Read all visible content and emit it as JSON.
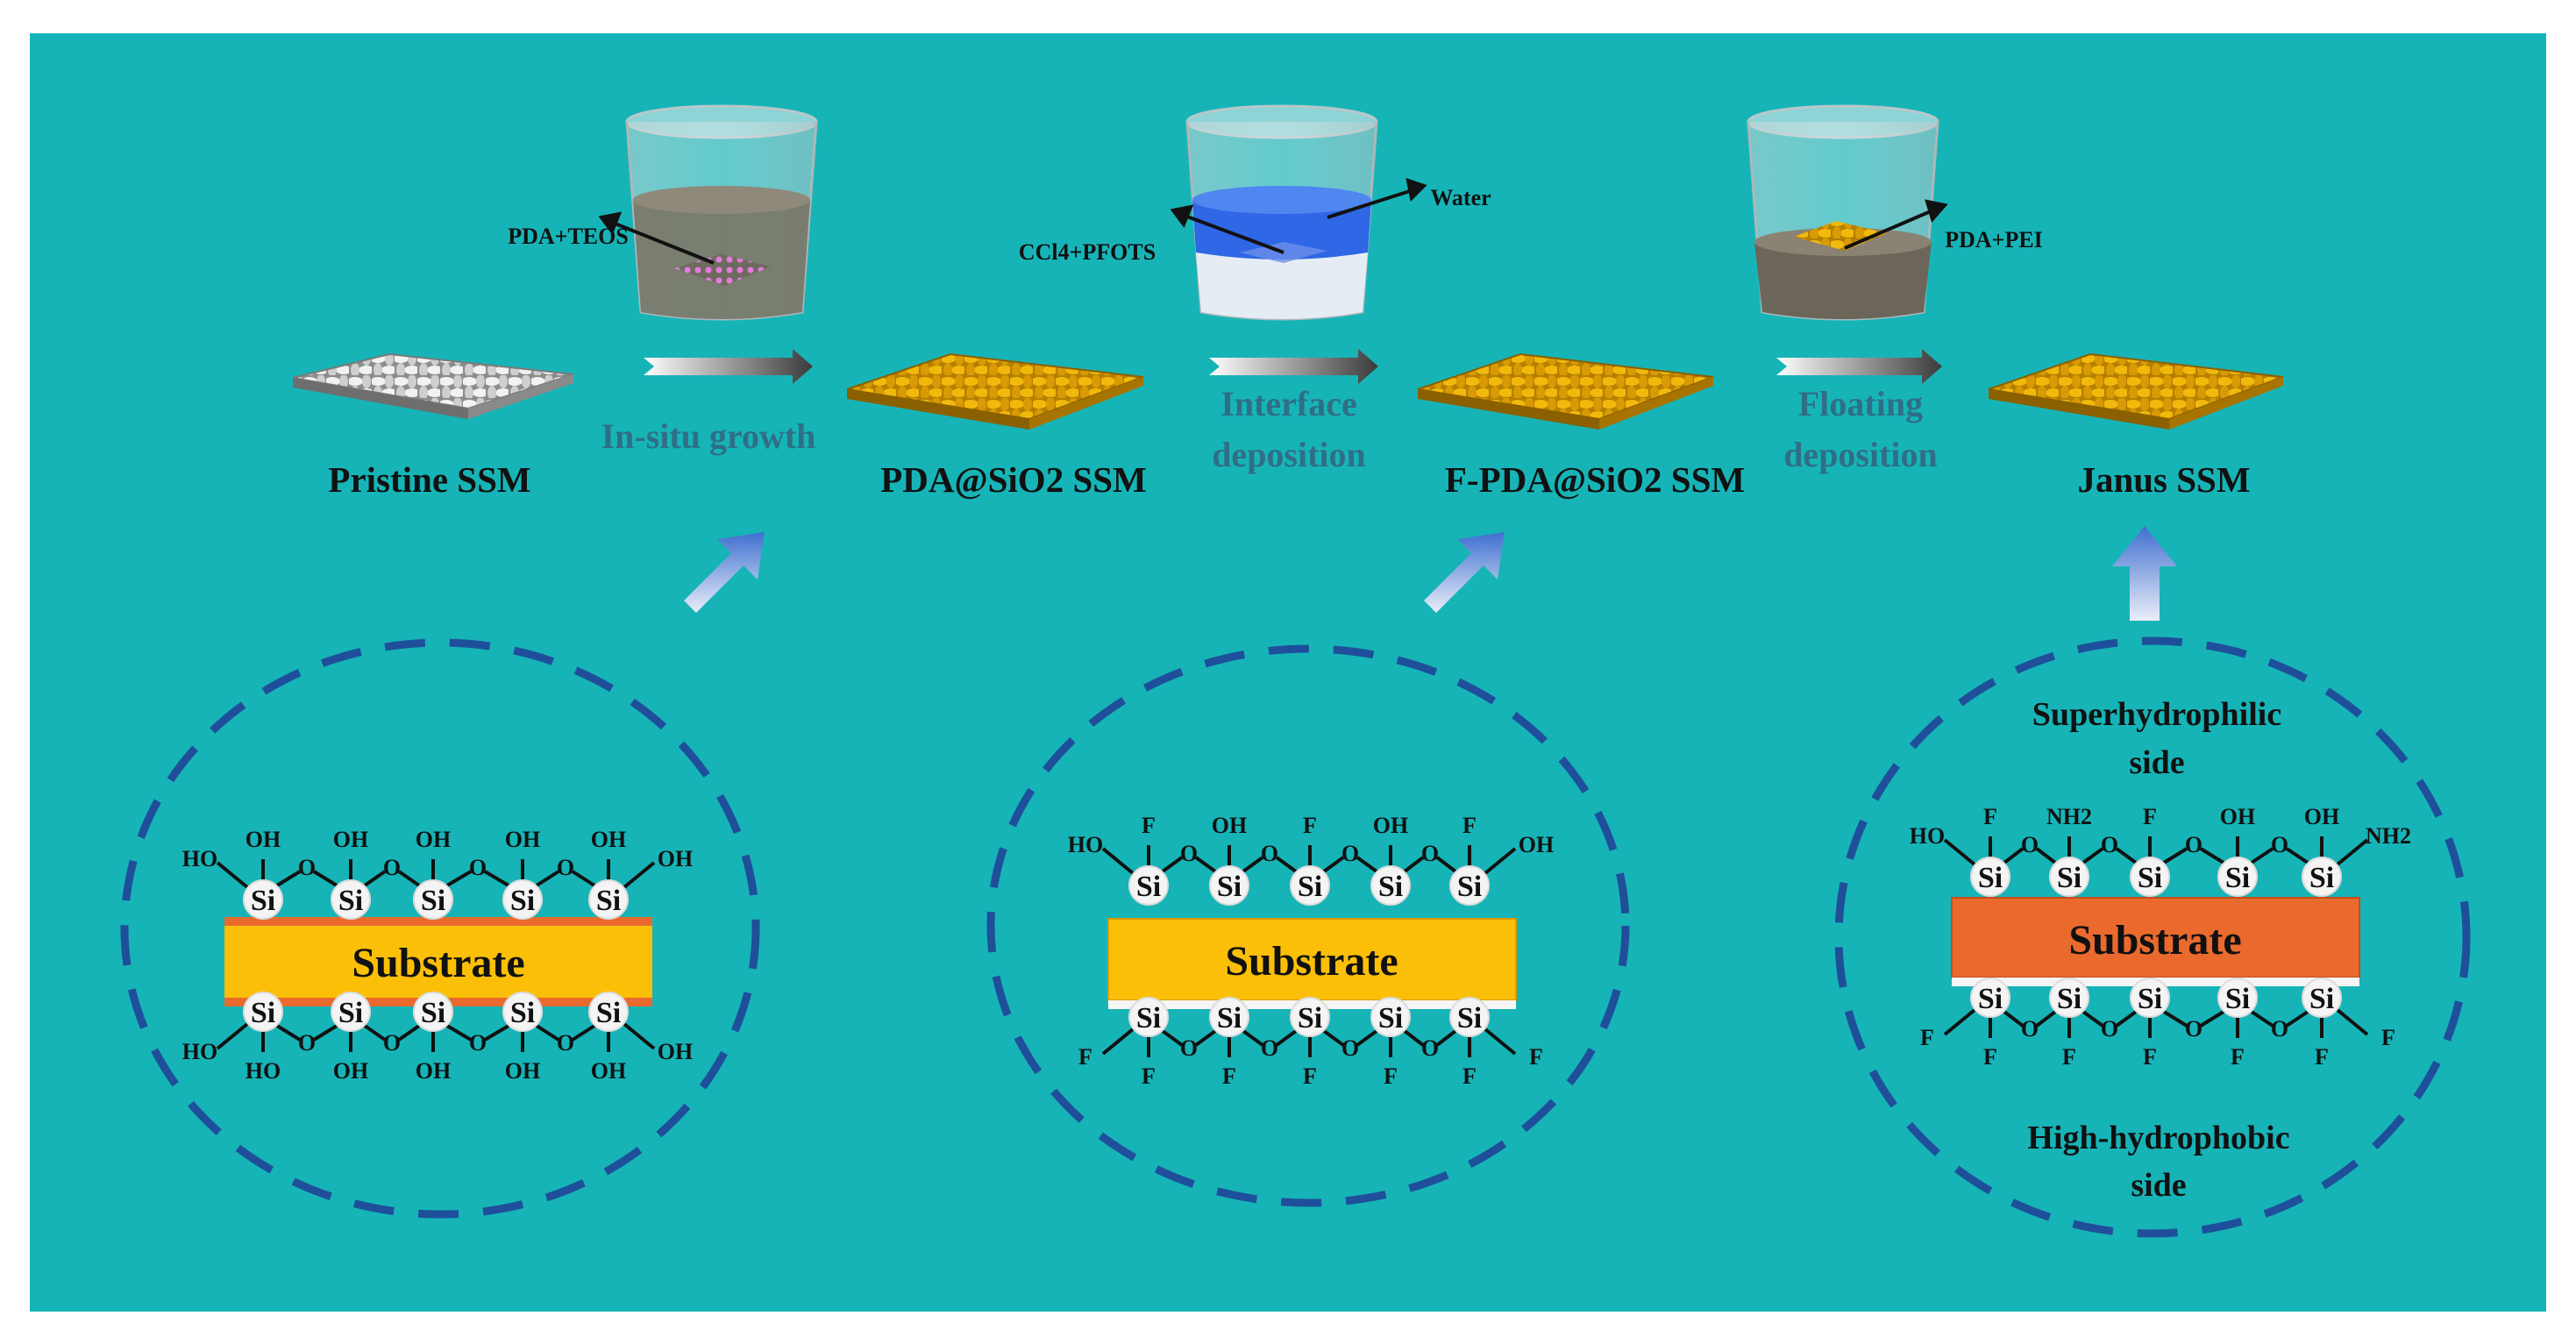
{
  "stages": [
    {
      "label": "Pristine SSM"
    },
    {
      "label": "PDA@SiO2 SSM"
    },
    {
      "label": "F-PDA@SiO2 SSM"
    },
    {
      "label": "Janus SSM"
    }
  ],
  "steps": [
    {
      "line1": "In-situ growth",
      "line2": ""
    },
    {
      "line1": "Interface",
      "line2": "deposition"
    },
    {
      "line1": "Floating",
      "line2": "deposition"
    }
  ],
  "beakers": [
    {
      "labels": [
        "PDA+TEOS"
      ]
    },
    {
      "labels": [
        "CCl4+PFOTS",
        "Water"
      ]
    },
    {
      "labels": [
        "PDA+PEI"
      ]
    }
  ],
  "substrate_label": "Substrate",
  "panel3_top": {
    "line1": "Superhydrophilic",
    "line2": "side"
  },
  "panel3_bottom": {
    "line1": "High-hydrophobic",
    "line2": "side"
  },
  "atoms": {
    "si": "Si",
    "o": "O",
    "oh": "OH",
    "ho": "HO",
    "f": "F",
    "nh2": "NH2"
  },
  "colors": {
    "background": "#16b4b7",
    "substrate_yellow": "#fbbf07",
    "substrate_orange": "#ea6a2e",
    "dashed_circle": "#1f4f9a",
    "mesh_gold": "#e2a308",
    "mesh_silver": "#dcdcdc",
    "step_text": "#2f6f86"
  }
}
